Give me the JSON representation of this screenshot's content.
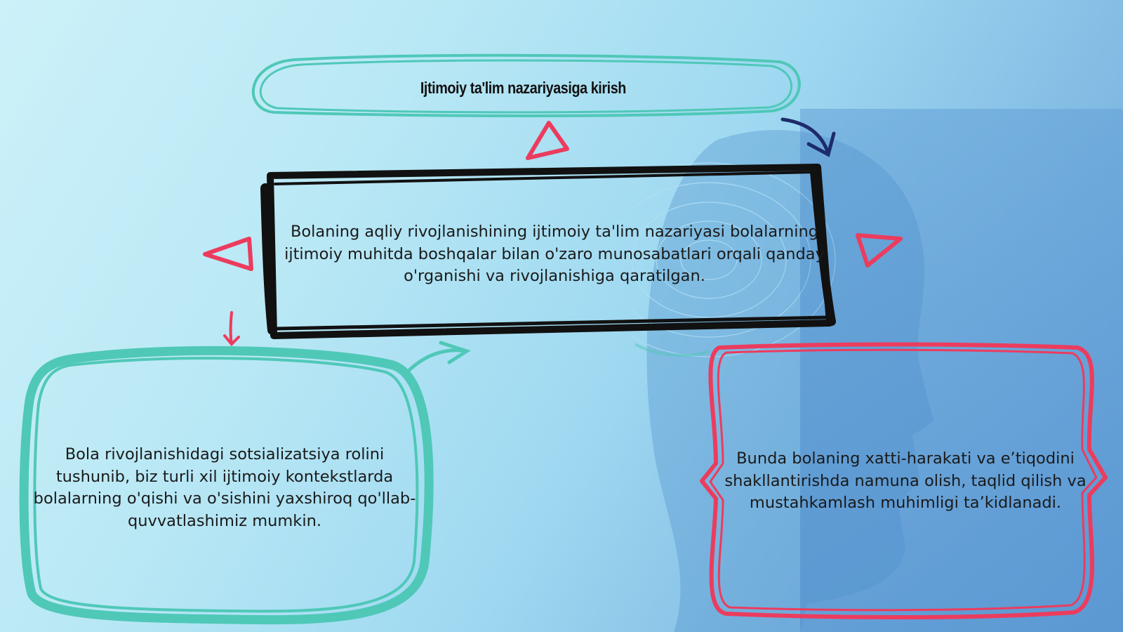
{
  "title": "Ijtimoiy ta'lim nazariyasiga kirish",
  "main_text": "Bolaning aqliy rivojlanishining ijtimoiy ta'lim nazariyasi bolalarning ijtimoiy muhitda boshqalar bilan o'zaro munosabatlari orqali qanday o'rganishi va rivojlanishiga qaratilgan.",
  "left_text": "Bola rivojlanishidagi sotsializatsiya rolini tushunib, biz turli xil ijtimoiy kontekstlarda bolalarning o'qishi va o'sishini yaxshiroq qo'llab-quvvatlashimiz mumkin.",
  "right_text": "Bunda bolaning xatti-harakati va e’tiqodini shakllantirishda namuna olish, taqlid qilish va mustahkamlash muhimligi ta’kidlanadi.",
  "colors": {
    "teal": "#4fc8b8",
    "pink": "#ec3c5e",
    "navy": "#1d2b6b",
    "black": "#111111"
  }
}
